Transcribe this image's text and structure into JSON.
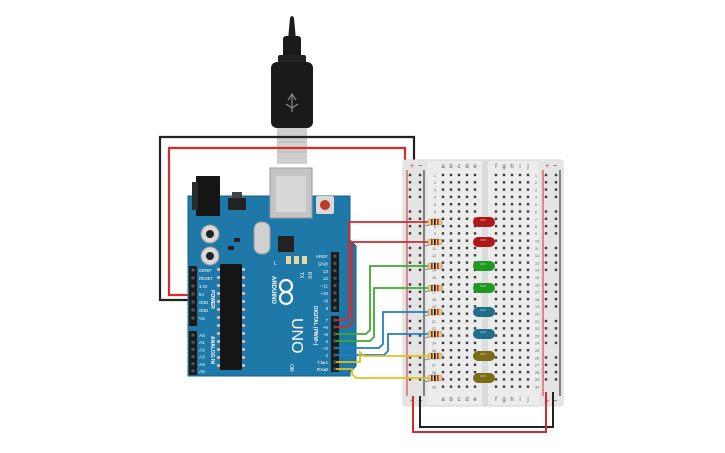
{
  "arduino": {
    "logo_text": "ARDUINO",
    "model": "UNO",
    "on_label": "ON",
    "tx_label": "TX",
    "rx_label": "RX",
    "l_label": "L",
    "power_header_title": "POWER",
    "analog_header_title": "ANALOG IN",
    "digital_header_title": "DIGITAL (PWM~)",
    "power_pins": [
      "IOREF",
      "RESET",
      "3.3V",
      "5V",
      "GND",
      "GND",
      "Vin"
    ],
    "analog_pins": [
      "A0",
      "A1",
      "A2",
      "A3",
      "A4",
      "A5"
    ],
    "digital_pins_top": [
      "AREF",
      "GND",
      "13",
      "12",
      "~11",
      "~10",
      "~9",
      "8"
    ],
    "digital_pins_bottom": [
      "7",
      "~6",
      "~5",
      "4",
      "~3",
      "2",
      "TX▸1",
      "RX◂0"
    ]
  },
  "breadboard": {
    "columns_left": [
      "a",
      "b",
      "c",
      "d",
      "e"
    ],
    "columns_right": [
      "f",
      "g",
      "h",
      "i",
      "j"
    ],
    "rail_plus": "+",
    "rail_minus": "−",
    "row_count": 30
  },
  "leds": [
    {
      "color": "#b01818"
    },
    {
      "color": "#b01818"
    },
    {
      "color": "#1f9a20"
    },
    {
      "color": "#1f9a20"
    },
    {
      "color": "#1f6e8e"
    },
    {
      "color": "#1f6e8e"
    },
    {
      "color": "#7a6d14"
    },
    {
      "color": "#7a6d14"
    }
  ],
  "wire_colors": {
    "red": "#d42b2b",
    "green": "#3caa2e",
    "blue": "#1f7fc8",
    "yellow": "#e0c21a",
    "black": "#222222"
  }
}
